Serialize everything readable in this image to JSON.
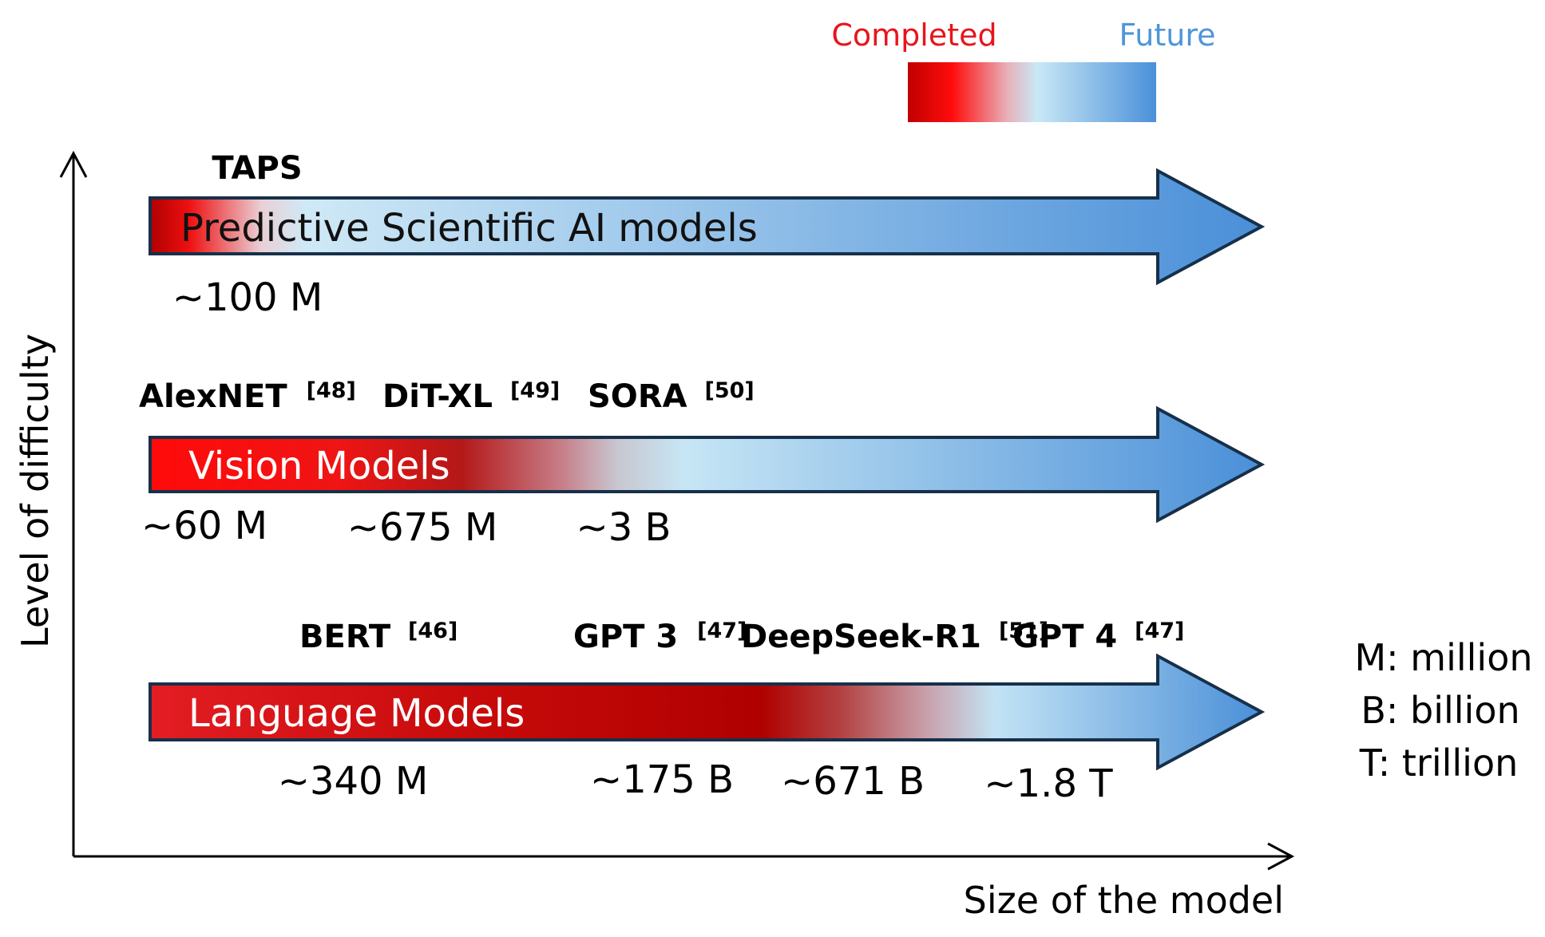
{
  "legend": {
    "completed_label": "Completed",
    "future_label": "Future",
    "completed_color": "#e8141c",
    "future_color": "#4f95d9"
  },
  "axes": {
    "y_label": "Level of difficulty",
    "x_label": "Size of the model"
  },
  "tracks": [
    {
      "label": "Predictive Scientific AI models",
      "models": [
        {
          "name": "TAPS",
          "citation": "",
          "size": "~100 M"
        }
      ]
    },
    {
      "label": "Vision Models",
      "models": [
        {
          "name": "AlexNET",
          "citation": "[48]",
          "size": "~60 M"
        },
        {
          "name": "DiT-XL",
          "citation": "[49]",
          "size": "~675 M"
        },
        {
          "name": "SORA",
          "citation": "[50]",
          "size": "~3 B"
        }
      ]
    },
    {
      "label": "Language Models",
      "models": [
        {
          "name": "BERT",
          "citation": "[46]",
          "size": "~340 M"
        },
        {
          "name": "GPT 3",
          "citation": "[47]",
          "size": "~175 B"
        },
        {
          "name": "DeepSeek-R1",
          "citation": "[51]",
          "size": "~671 B"
        },
        {
          "name": "GPT 4",
          "citation": "[47]",
          "size": "~1.8 T"
        }
      ]
    }
  ],
  "units": [
    "M: million",
    "B: billion",
    "T: trillion"
  ]
}
